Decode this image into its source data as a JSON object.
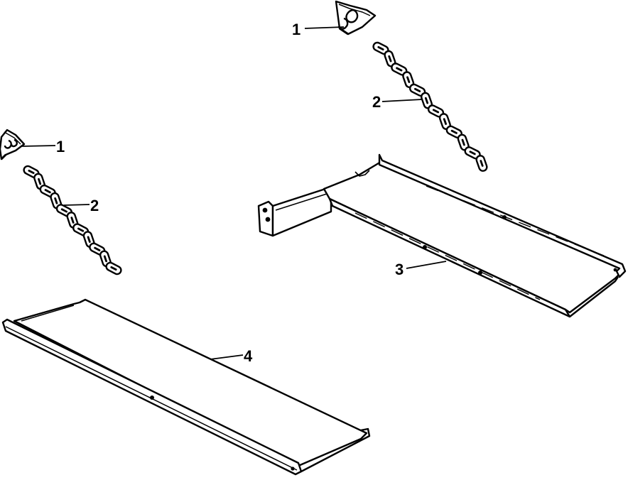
{
  "callouts": {
    "bracket_upper": "1",
    "bracket_lower": "1",
    "chain_upper": "2",
    "chain_lower": "2",
    "tray_upper": "3",
    "tray_lower": "4"
  },
  "colors": {
    "ink": "#000000",
    "paper": "#ffffff"
  }
}
